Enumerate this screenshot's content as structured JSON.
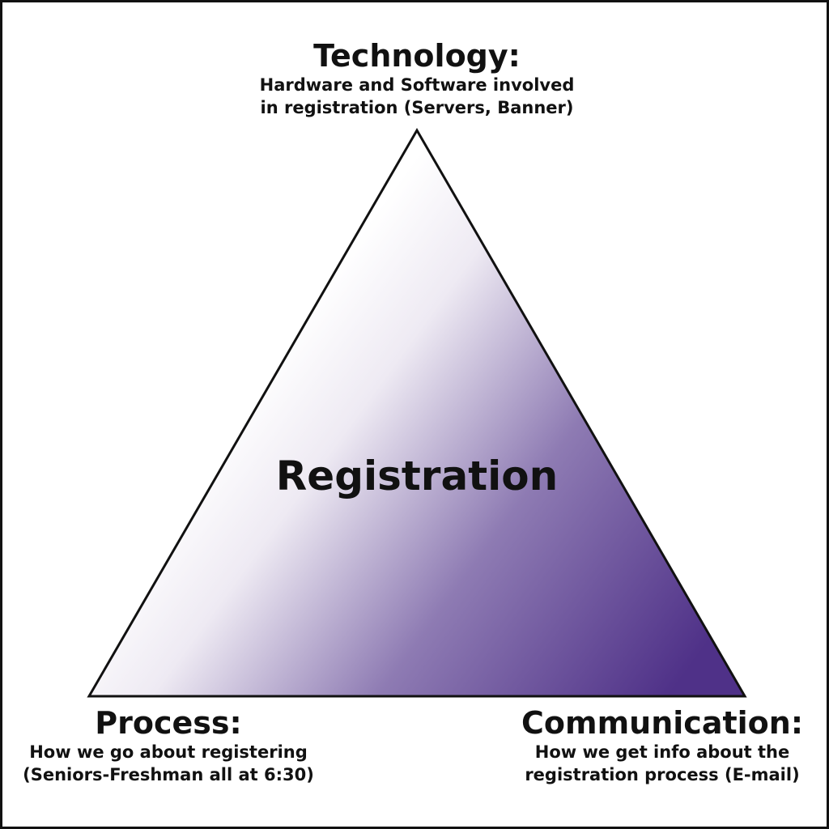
{
  "center_label": "Registration",
  "colors": {
    "gradient_start": "#ffffff",
    "gradient_end": "#4f3188",
    "outline": "#111111"
  },
  "top": {
    "title": "Technology:",
    "lines": [
      "Hardware and Software involved",
      "in registration (Servers, Banner)"
    ]
  },
  "bottom_left": {
    "title": "Process:",
    "lines": [
      "How we go about registering",
      "(Seniors-Freshman all at 6:30)"
    ]
  },
  "bottom_right": {
    "title": "Communication:",
    "lines": [
      "How we get info about the",
      "registration process (E-mail)"
    ]
  }
}
